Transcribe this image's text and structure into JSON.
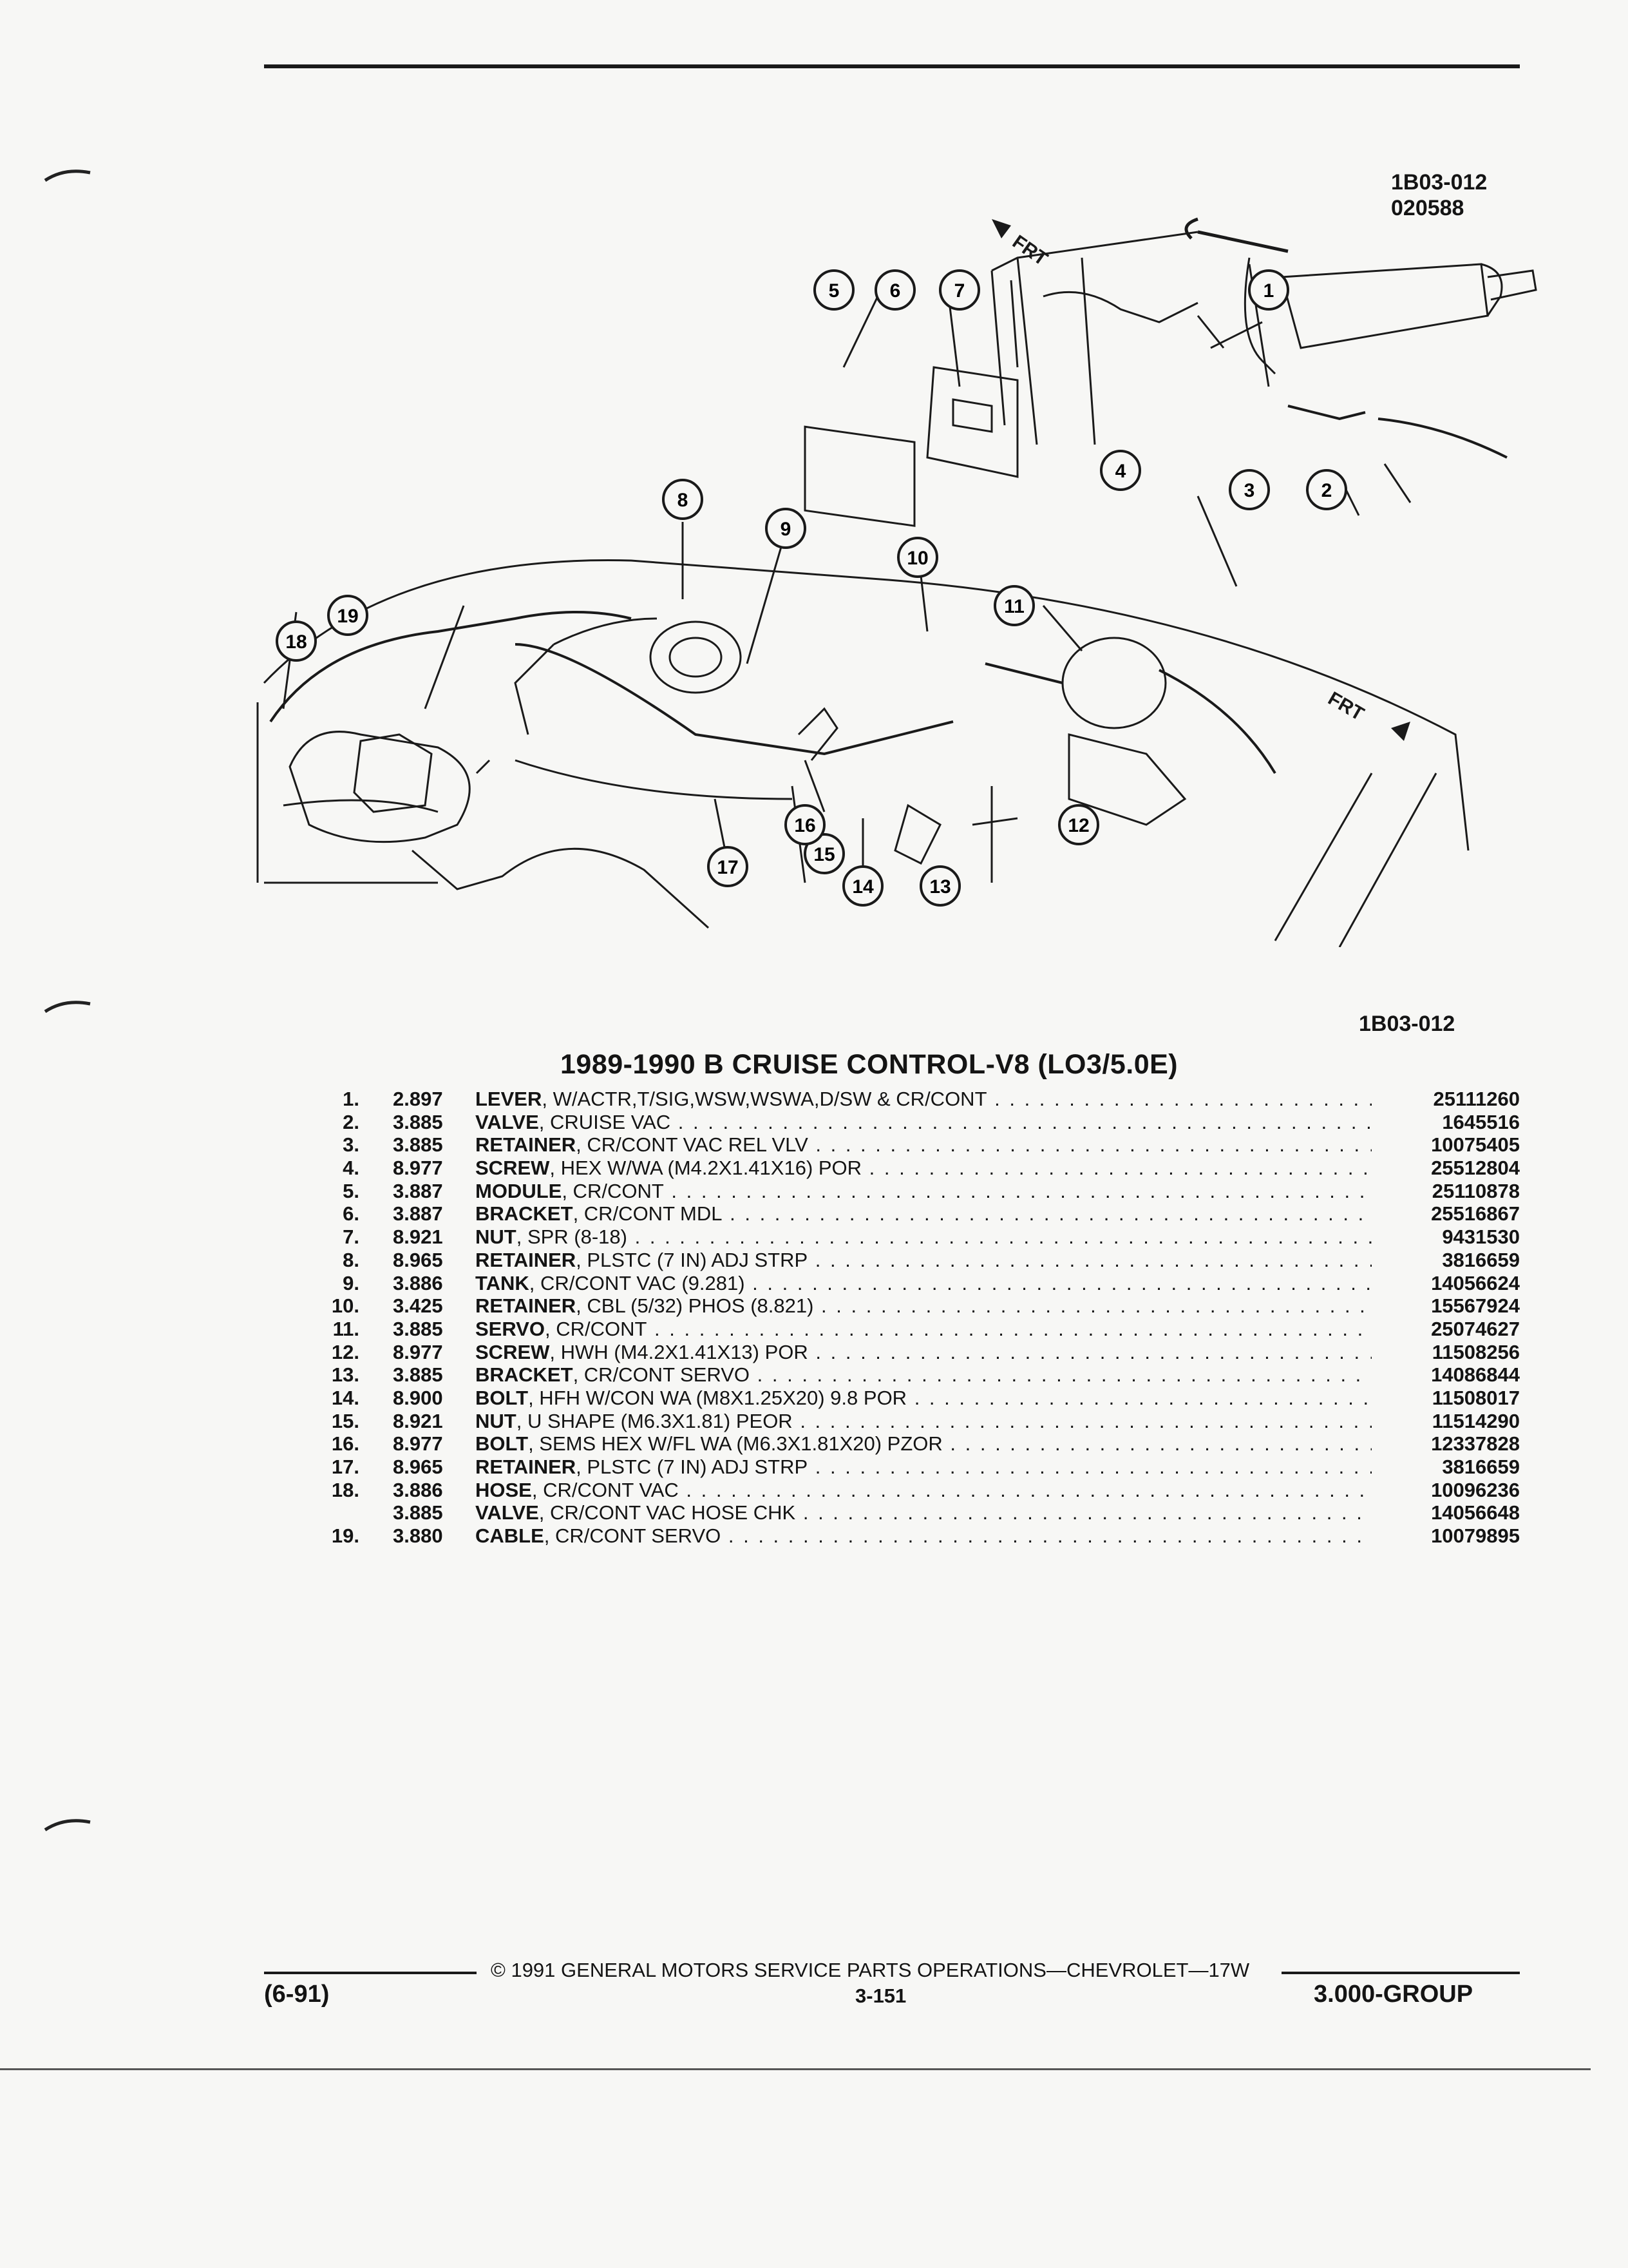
{
  "figure": {
    "code": "1B03-012",
    "date_code": "020588",
    "bottom_code": "1B03-012",
    "frt_label": "FRT",
    "callouts": [
      "1",
      "2",
      "3",
      "4",
      "5",
      "6",
      "7",
      "8",
      "9",
      "10",
      "11",
      "12",
      "13",
      "14",
      "15",
      "16",
      "17",
      "18",
      "19"
    ]
  },
  "title": "1989-1990 B CRUISE CONTROL-V8 (LO3/5.0E)",
  "parts": [
    {
      "num": "1.",
      "code": "2.897",
      "name": "LEVER",
      "spec": ", W/ACTR,T/SIG,WSW,WSWA,D/SW & CR/CONT",
      "pn": "25111260"
    },
    {
      "num": "2.",
      "code": "3.885",
      "name": "VALVE",
      "spec": ", CRUISE VAC",
      "pn": "1645516"
    },
    {
      "num": "3.",
      "code": "3.885",
      "name": "RETAINER",
      "spec": ", CR/CONT VAC REL VLV",
      "pn": "10075405"
    },
    {
      "num": "4.",
      "code": "8.977",
      "name": "SCREW",
      "spec": ", HEX W/WA (M4.2X1.41X16) POR",
      "pn": "25512804"
    },
    {
      "num": "5.",
      "code": "3.887",
      "name": "MODULE",
      "spec": ", CR/CONT",
      "pn": "25110878"
    },
    {
      "num": "6.",
      "code": "3.887",
      "name": "BRACKET",
      "spec": ", CR/CONT MDL",
      "pn": "25516867"
    },
    {
      "num": "7.",
      "code": "8.921",
      "name": "NUT",
      "spec": ", SPR (8-18)",
      "pn": "9431530"
    },
    {
      "num": "8.",
      "code": "8.965",
      "name": "RETAINER",
      "spec": ", PLSTC (7 IN) ADJ STRP",
      "pn": "3816659"
    },
    {
      "num": "9.",
      "code": "3.886",
      "name": "TANK",
      "spec": ", CR/CONT VAC (9.281)",
      "pn": "14056624"
    },
    {
      "num": "10.",
      "code": "3.425",
      "name": "RETAINER",
      "spec": ", CBL (5/32) PHOS (8.821)",
      "pn": "15567924"
    },
    {
      "num": "11.",
      "code": "3.885",
      "name": "SERVO",
      "spec": ", CR/CONT",
      "pn": "25074627"
    },
    {
      "num": "12.",
      "code": "8.977",
      "name": "SCREW",
      "spec": ", HWH (M4.2X1.41X13) POR",
      "pn": "11508256"
    },
    {
      "num": "13.",
      "code": "3.885",
      "name": "BRACKET",
      "spec": ", CR/CONT SERVO",
      "pn": "14086844"
    },
    {
      "num": "14.",
      "code": "8.900",
      "name": "BOLT",
      "spec": ", HFH W/CON WA (M8X1.25X20) 9.8 POR",
      "pn": "11508017"
    },
    {
      "num": "15.",
      "code": "8.921",
      "name": "NUT",
      "spec": ", U SHAPE (M6.3X1.81) PEOR",
      "pn": "11514290"
    },
    {
      "num": "16.",
      "code": "8.977",
      "name": "BOLT",
      "spec": ", SEMS HEX W/FL WA (M6.3X1.81X20) PZOR",
      "pn": "12337828"
    },
    {
      "num": "17.",
      "code": "8.965",
      "name": "RETAINER",
      "spec": ", PLSTC (7 IN) ADJ STRP",
      "pn": "3816659"
    },
    {
      "num": "18.",
      "code": "3.886",
      "name": "HOSE",
      "spec": ", CR/CONT VAC",
      "pn": "10096236"
    },
    {
      "num": "",
      "code": "3.885",
      "name": "VALVE",
      "spec": ", CR/CONT VAC HOSE CHK",
      "pn": "14056648"
    },
    {
      "num": "19.",
      "code": "3.880",
      "name": "CABLE",
      "spec": ", CR/CONT SERVO",
      "pn": "10079895"
    }
  ],
  "footer": {
    "copyright": "© 1991 GENERAL MOTORS SERVICE PARTS OPERATIONS—CHEVROLET—17W",
    "date": "(6-91)",
    "page": "3-151",
    "group": "3.000-GROUP"
  }
}
